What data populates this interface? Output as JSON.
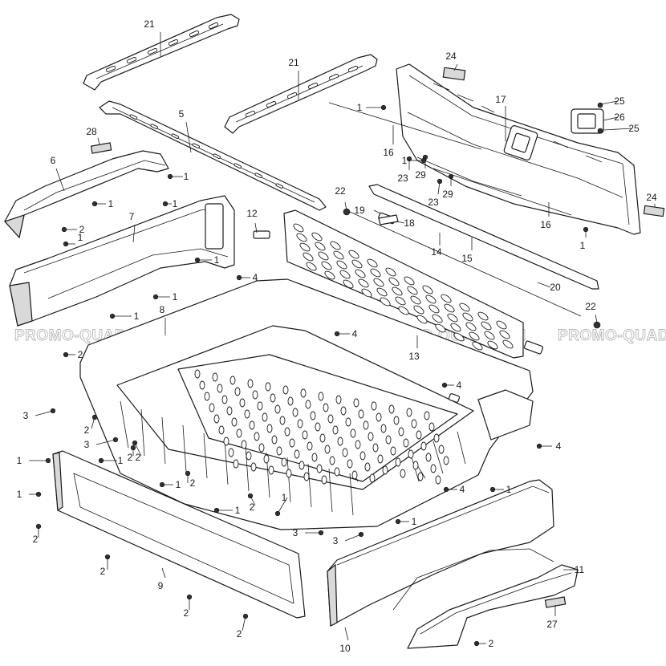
{
  "watermark": {
    "text": "PROMO-QUAD.COM",
    "text_partial": "PROMO-QUAD",
    "color": "#b5b5b5"
  },
  "callouts": [
    {
      "id": "c21a",
      "label": "21"
    },
    {
      "id": "c21b",
      "label": "21"
    },
    {
      "id": "c5",
      "label": "5"
    },
    {
      "id": "c24a",
      "label": "24"
    },
    {
      "id": "c17",
      "label": "17"
    },
    {
      "id": "c25a",
      "label": "25"
    },
    {
      "id": "c26",
      "label": "26"
    },
    {
      "id": "c25b",
      "label": "25"
    },
    {
      "id": "c1a",
      "label": "1"
    },
    {
      "id": "c16a",
      "label": "16"
    },
    {
      "id": "c1b",
      "label": "1"
    },
    {
      "id": "c23a",
      "label": "23"
    },
    {
      "id": "c29a",
      "label": "29"
    },
    {
      "id": "c23b",
      "label": "23"
    },
    {
      "id": "c29b",
      "label": "29"
    },
    {
      "id": "c16b",
      "label": "16"
    },
    {
      "id": "c24b",
      "label": "24"
    },
    {
      "id": "c1c",
      "label": "1"
    },
    {
      "id": "c28",
      "label": "28"
    },
    {
      "id": "c6",
      "label": "6"
    },
    {
      "id": "c1d",
      "label": "1"
    },
    {
      "id": "c1e",
      "label": "1"
    },
    {
      "id": "c2a",
      "label": "2"
    },
    {
      "id": "c7",
      "label": "7"
    },
    {
      "id": "c1f",
      "label": "1"
    },
    {
      "id": "c1g",
      "label": "1"
    },
    {
      "id": "c1h",
      "label": "1"
    },
    {
      "id": "c1i",
      "label": "1"
    },
    {
      "id": "c1j",
      "label": "1"
    },
    {
      "id": "c4a",
      "label": "4"
    },
    {
      "id": "c8",
      "label": "8"
    },
    {
      "id": "c2b",
      "label": "2"
    },
    {
      "id": "c12",
      "label": "12"
    },
    {
      "id": "c22a",
      "label": "22"
    },
    {
      "id": "c19",
      "label": "19"
    },
    {
      "id": "c18",
      "label": "18"
    },
    {
      "id": "c15",
      "label": "15"
    },
    {
      "id": "c14",
      "label": "14"
    },
    {
      "id": "c20",
      "label": "20"
    },
    {
      "id": "c22b",
      "label": "22"
    },
    {
      "id": "c13",
      "label": "13"
    },
    {
      "id": "c4b",
      "label": "4"
    },
    {
      "id": "c4c",
      "label": "4"
    },
    {
      "id": "c3a",
      "label": "3"
    },
    {
      "id": "c2c",
      "label": "2"
    },
    {
      "id": "c3b",
      "label": "3"
    },
    {
      "id": "c2d",
      "label": "2"
    },
    {
      "id": "c4d",
      "label": "4"
    },
    {
      "id": "c1k",
      "label": "1"
    },
    {
      "id": "c1l",
      "label": "1"
    },
    {
      "id": "c1m",
      "label": "1"
    },
    {
      "id": "c2e",
      "label": "2"
    },
    {
      "id": "c4e",
      "label": "4"
    },
    {
      "id": "c1n",
      "label": "1"
    },
    {
      "id": "c2f",
      "label": "2"
    },
    {
      "id": "c1o",
      "label": "1"
    },
    {
      "id": "c1p",
      "label": "1"
    },
    {
      "id": "c2g",
      "label": "2"
    },
    {
      "id": "c1q",
      "label": "1"
    },
    {
      "id": "c2h",
      "label": "2"
    },
    {
      "id": "c3c",
      "label": "3"
    },
    {
      "id": "c3d",
      "label": "3"
    },
    {
      "id": "c1r",
      "label": "1"
    },
    {
      "id": "c2i",
      "label": "2"
    },
    {
      "id": "c9",
      "label": "9"
    },
    {
      "id": "c2j",
      "label": "2"
    },
    {
      "id": "c2k",
      "label": "2"
    },
    {
      "id": "c11",
      "label": "11"
    },
    {
      "id": "c27",
      "label": "27"
    },
    {
      "id": "c10",
      "label": "10"
    },
    {
      "id": "c2l",
      "label": "2"
    }
  ]
}
